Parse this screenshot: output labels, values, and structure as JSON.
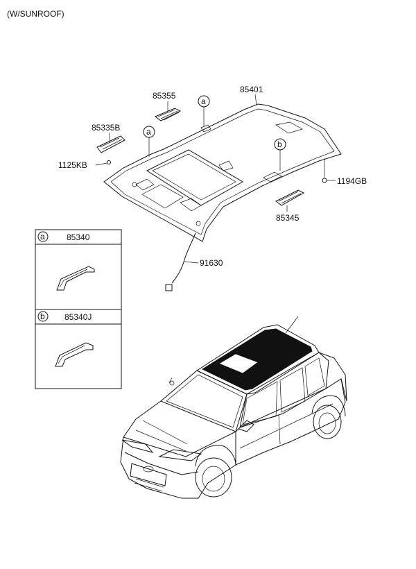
{
  "variant_note": "(W/SUNROOF)",
  "parts": {
    "headlining": "85401",
    "sunvisor_left": "85335B",
    "sunvisor_right": "85345",
    "visor_holder": "85355",
    "screw": "1125KB",
    "plug": "1194GB",
    "wiring": "91630"
  },
  "callouts": {
    "a": "a",
    "b": "b"
  },
  "legend": [
    {
      "letter": "a",
      "part": "85340"
    },
    {
      "letter": "b",
      "part": "85340J"
    }
  ]
}
